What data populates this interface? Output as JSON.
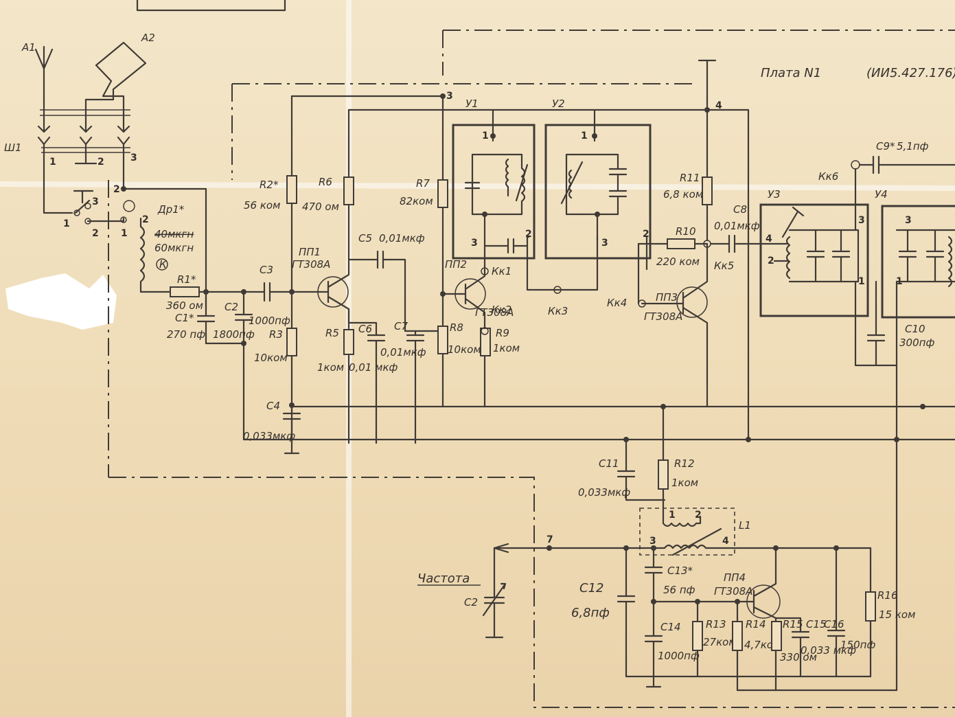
{
  "header": {
    "board_title": "Плата N1",
    "board_code": "(ИИ5.427.176)"
  },
  "antennas": {
    "a1": "А1",
    "a2": "А2"
  },
  "connector": {
    "label": "Ш1",
    "pins": [
      "1",
      "2",
      "3"
    ]
  },
  "switch_pins": [
    "1",
    "2",
    "3"
  ],
  "choke": {
    "name": "Др1*",
    "value_struck": "40мкгн",
    "value": "60мкгн",
    "tag": "К"
  },
  "components": [
    {
      "id": "r1",
      "name": "R1*",
      "value": "360 ом"
    },
    {
      "id": "c1",
      "name": "С1*",
      "value": "270 пф"
    },
    {
      "id": "c2",
      "name": "С2",
      "value": "1800пф"
    },
    {
      "id": "c3",
      "name": "С3",
      "value": "1000пф"
    },
    {
      "id": "r2",
      "name": "R2*",
      "value": "56 ком"
    },
    {
      "id": "r3",
      "name": "R3",
      "value": "10ком"
    },
    {
      "id": "c4",
      "name": "С4",
      "value": "0,033мкф"
    },
    {
      "id": "r6",
      "name": "R6",
      "value": "470 ом"
    },
    {
      "id": "r5",
      "name": "R5",
      "value": "1ком"
    },
    {
      "id": "c6",
      "name": "С6",
      "value": "0,01 мкф"
    },
    {
      "id": "c5",
      "name": "С5",
      "value": "0,01мкф"
    },
    {
      "id": "c7",
      "name": "С7",
      "value": "0,01мкф"
    },
    {
      "id": "r7",
      "name": "R7",
      "value": "82ком"
    },
    {
      "id": "r8",
      "name": "R8",
      "value": "10ком"
    },
    {
      "id": "r9",
      "name": "R9",
      "value": "1ком"
    },
    {
      "id": "r11",
      "name": "R11",
      "value": "6,8 ком"
    },
    {
      "id": "r10",
      "name": "R10",
      "value": "220 ком"
    },
    {
      "id": "c8",
      "name": "С8",
      "value": "0,01мкф"
    },
    {
      "id": "c9",
      "name": "С9*",
      "value": "5,1пф"
    },
    {
      "id": "c10",
      "name": "С10",
      "value": "300пф"
    },
    {
      "id": "c11",
      "name": "С11",
      "value": "0,033мкф"
    },
    {
      "id": "r12",
      "name": "R12",
      "value": "1ком"
    },
    {
      "id": "c12",
      "name": "С12",
      "value": "6,8пф"
    },
    {
      "id": "c13",
      "name": "С13*",
      "value": "56 пф"
    },
    {
      "id": "c14",
      "name": "С14",
      "value": "1000пф"
    },
    {
      "id": "r13",
      "name": "R13",
      "value": "27ком"
    },
    {
      "id": "r14",
      "name": "R14",
      "value": "4,7ком"
    },
    {
      "id": "r15",
      "name": "R15",
      "value": "330 ом"
    },
    {
      "id": "c15",
      "name": "С15",
      "value": "0,033 мкф"
    },
    {
      "id": "c16",
      "name": "С16",
      "value": "150пф"
    },
    {
      "id": "r16",
      "name": "R16",
      "value": "15 ком"
    },
    {
      "id": "c2v",
      "name": "С2",
      "value": ""
    }
  ],
  "transistors": [
    {
      "id": "pp1",
      "name": "ПП1",
      "type": "ГТ308А"
    },
    {
      "id": "pp2",
      "name": "ПП2",
      "type": "ГТ308А"
    },
    {
      "id": "pp3",
      "name": "ПП3",
      "type": "ГТ308А"
    },
    {
      "id": "pp4",
      "name": "ПП4",
      "type": "ГТ308А"
    }
  ],
  "units": {
    "u1": "У1",
    "u2": "У2",
    "u3": "У3",
    "u4": "У4"
  },
  "test_points": {
    "kk1": "Кк1",
    "kk2": "Кк2",
    "kk3": "Кк3",
    "kk4": "Кк4",
    "kk5": "Кк5",
    "kk6": "Кк6"
  },
  "coil": {
    "name": "L1"
  },
  "tuning": {
    "label": "Частота"
  },
  "pin_labels": {
    "p3": "3",
    "p4": "4",
    "p7": "7",
    "u1_1": "1",
    "u1_2": "2",
    "u1_3": "3",
    "u2_1": "1",
    "u2_2": "2",
    "u2_3": "3",
    "u3_1": "1",
    "u3_2": "2",
    "u3_3": "3",
    "u3_4": "4",
    "u4_1": "1",
    "u4_3": "3",
    "l1_1": "1",
    "l1_2": "2",
    "l1_3": "3",
    "l1_4": "4",
    "sh_2": "2",
    "choke_1": "1",
    "choke_2": "2"
  }
}
